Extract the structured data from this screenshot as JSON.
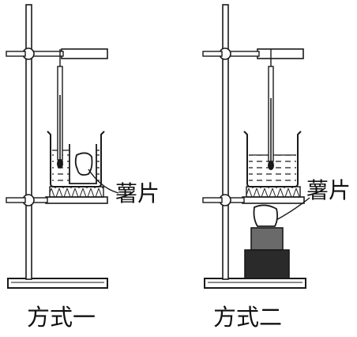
{
  "figure": {
    "left": {
      "callout_label": "薯片",
      "caption": "方式一"
    },
    "right": {
      "callout_label": "薯片",
      "caption": "方式二"
    }
  },
  "colors": {
    "ink": "#1a1a1a",
    "liquid_lines": "#333333",
    "burner_block": "#2a2a2a",
    "burner_top": "#6a6a6a",
    "background": "#ffffff"
  }
}
